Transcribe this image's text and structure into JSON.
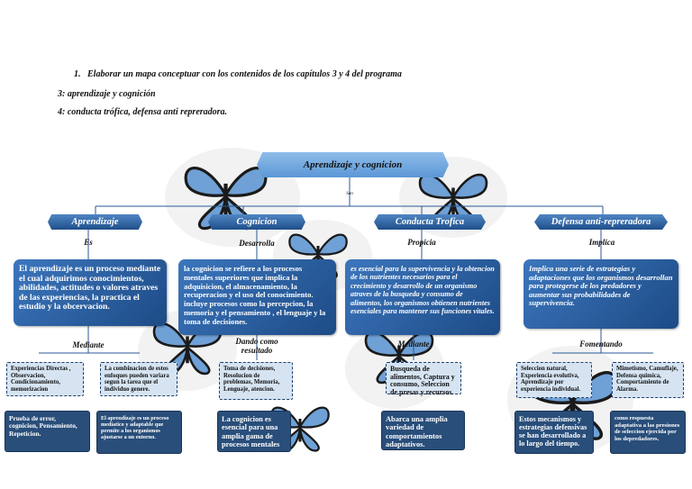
{
  "header": {
    "line1_number": "1.",
    "line1_text": "Elaborar un mapa conceptuar con los contenidos de los capítulos 3 y 4 del programa",
    "line2": "3: aprendizaje y cognición",
    "line3": "4: conducta trófica, defensa anti repreradora."
  },
  "map": {
    "title": "Aprendizaje y cognicion",
    "title_link": "Son",
    "categories": [
      {
        "label": "Aprendizaje",
        "link": "Es",
        "definition": "El aprendizaje es un proceso mediante el cual adquirimos conocimientos, abilidades, actitudes o valores atraves de las experiencias, la practica el estudio y la obcervacion.",
        "sub_link": "Mediante",
        "dashed": [
          "Experiencias Directas , Observacion, Condicionamiento, memorizacion",
          "La combinacion de estos enfoques pueden variara segun la tarea que el individuo genere."
        ],
        "results": [
          "Prueba de error, cognicion, Pensamiento, Repeticion.",
          "El aprendizaje es un proceso mediatico y adaptable que permite a los organismos ajustarse a un entorno."
        ]
      },
      {
        "label": "Cognicion",
        "link": "Desarrolla",
        "definition": "la cognicion se refiere a los procesos mentales superiores que implica la adquisicion, el almacenamiento, la recuperacion y el uso del conocimiento. incluye procesos como la percepcion, la memoria y el pensamiento , el lenguaje y la toma de decisiones.",
        "sub_link": "Dando como resultado",
        "dashed": [
          "Toma de decisiones, Resolucion de problemas, Memoria, Lenguaje, atencion."
        ],
        "results": [
          "La cognicion es esencial para una amplia gama de procesos mentales"
        ]
      },
      {
        "label": "Conducta Trofica",
        "link": "Propicia",
        "definition": "es esencial para la supervivencia y la obtencion de los nutrientes necesarios para el crecimiento y desarrollo de un organismo atraves de la busqueda y consumo de alimentos, los organismos obtienen nutrientes esenciales para mantener sus funciones vitales.",
        "sub_link": "Mediante",
        "dashed": [
          "Busqueda de alimentos, Captura y consumo, Seleccion de presas y recursos."
        ],
        "results": [
          "Abarca una amplia variedad de comportamientos adaptativos."
        ]
      },
      {
        "label": "Defensa anti-repreradora",
        "link": "Implica",
        "definition": "Implica una serie de estrategias y adaptaciones que los organismos desarrollan para protegerse de los predadores y aumentar sus probabilidades de supervivencia.",
        "sub_link": "Fomentando",
        "dashed": [
          "Seleccion natural, Experiencia evolutiva, Aprendizaje por experiencia individual.",
          "Mimetismo, Camuflaje, Defensa quimica, Comportamiento de Alarma."
        ],
        "results": [
          "Estos mecanismos y estrategias defensivas se han desarrollado a lo largo del tiempo.",
          "como respuesta adaptativa a las presiones de seleccion ejercida por los depredadores."
        ]
      }
    ]
  },
  "colors": {
    "node_dark": "#1f4f8a",
    "node_light": "#3c76bd",
    "title_fill": "#8fbde9",
    "dashed_fill": "#d6e4f2",
    "butterfly_blue": "#6fa0d6"
  },
  "icons": [
    "butterfly-icon"
  ]
}
